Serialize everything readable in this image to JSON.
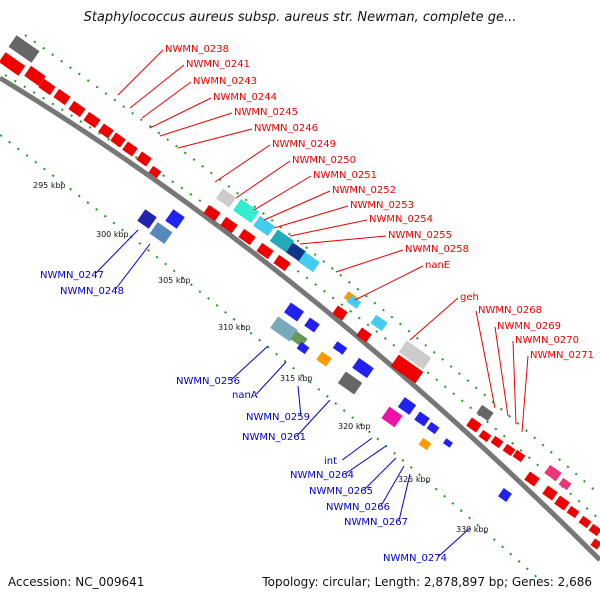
{
  "title": "Staphylococcus aureus subsp. aureus str. Newman, complete ge...",
  "footer": {
    "accession": "Accession: NC_009641",
    "summary": "Topology: circular; Length: 2,878,897 bp; Genes: 2,686"
  },
  "colors": {
    "forward_label": "#ee0000",
    "reverse_label": "#0000cc",
    "backbone": "#888888",
    "dots": "#229922"
  },
  "scale_ticks": [
    "295 kbp",
    "300 kbp",
    "305 kbp",
    "310 kbp",
    "315 kbp",
    "320 kbp",
    "325 kbp",
    "330 kbp"
  ],
  "forward_genes": [
    "NWMN_0238",
    "NWMN_0241",
    "NWMN_0243",
    "NWMN_0244",
    "NWMN_0245",
    "NWMN_0246",
    "NWMN_0249",
    "NWMN_0250",
    "NWMN_0251",
    "NWMN_0252",
    "NWMN_0253",
    "NWMN_0254",
    "NWMN_0255",
    "NWMN_0258",
    "nanE",
    "geh",
    "NWMN_0268",
    "NWMN_0269",
    "NWMN_0270",
    "NWMN_0271"
  ],
  "reverse_genes": [
    "NWMN_0247",
    "NWMN_0248",
    "NWMN_0256",
    "nanA",
    "NWMN_0259",
    "NWMN_0261",
    "int",
    "NWMN_0264",
    "NWMN_0265",
    "NWMN_0266",
    "NWMN_0267",
    "NWMN_0274"
  ]
}
